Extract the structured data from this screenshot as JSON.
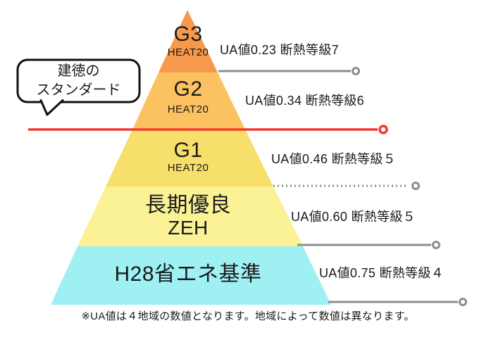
{
  "colors": {
    "tier_g3": "#F7994C",
    "tier_g2": "#FCC262",
    "tier_g1": "#F7DF6B",
    "tier_zeh": "#FAF295",
    "tier_h28": "#9FF0F2",
    "red": "#F23A2E",
    "gray": "#8D8D8D",
    "black": "#111111",
    "text": "#1a1a1a"
  },
  "bubble": {
    "line1": "建徳の",
    "line2": "スタンダード"
  },
  "tiers": [
    {
      "label": "G3",
      "sublabel": "HEAT20",
      "annotation": "UA値0.23 断熱等級7",
      "color": "#F7994C"
    },
    {
      "label": "G2",
      "sublabel": "HEAT20",
      "annotation": "UA値0.34 断熱等級6",
      "color": "#FCC262"
    },
    {
      "label": "G1",
      "sublabel": "HEAT20",
      "annotation": "UA値0.46 断熱等級５",
      "color": "#F7DF6B"
    },
    {
      "label": "長期優良",
      "sublabel": "ZEH",
      "annotation": "UA値0.60 断熱等級５",
      "color": "#FAF295"
    },
    {
      "label": "H28省エネ基準",
      "sublabel": "",
      "annotation": "UA値0.75 断熱等級４",
      "color": "#9FF0F2"
    }
  ],
  "footnote": "※UA値は４地域の数値となります。地域によって数値は異なります。"
}
